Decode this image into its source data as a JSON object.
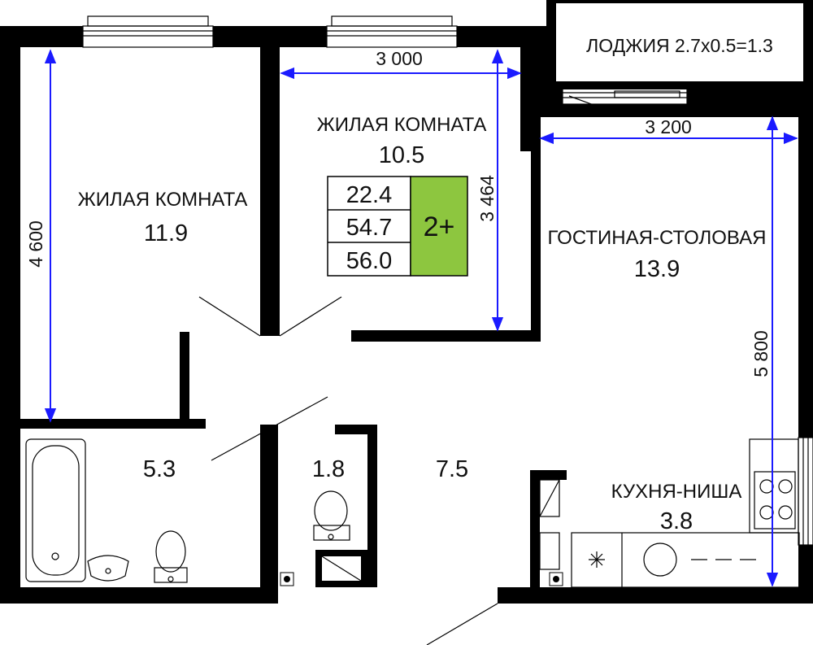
{
  "rooms": {
    "living_left": {
      "name": "ЖИЛАЯ КОМНАТА",
      "area": "11.9"
    },
    "living_center": {
      "name": "ЖИЛАЯ КОМНАТА",
      "area": "10.5"
    },
    "living_dining": {
      "name": "ГОСТИНАЯ-СТОЛОВАЯ",
      "area": "13.9"
    },
    "kitchen": {
      "name": "КУХНЯ-НИША",
      "area": "3.8"
    },
    "bathroom": {
      "area": "5.3"
    },
    "wc": {
      "area": "1.8"
    },
    "hall": {
      "area": "7.5"
    },
    "loggia": {
      "label": "ЛОДЖИЯ 2.7х0.5=1.3"
    }
  },
  "dimensions": {
    "left_height": "4 600",
    "center_width": "3 000",
    "center_height": "3 464",
    "right_width": "3 200",
    "right_height": "5 800"
  },
  "summary": {
    "living_area": "22.4",
    "total_area": "54.7",
    "total_with_loggia": "56.0",
    "room_count": "2+",
    "badge_color": "#8dc63f"
  },
  "colors": {
    "wall": "#000000",
    "dimension_line": "#1a1aff"
  }
}
